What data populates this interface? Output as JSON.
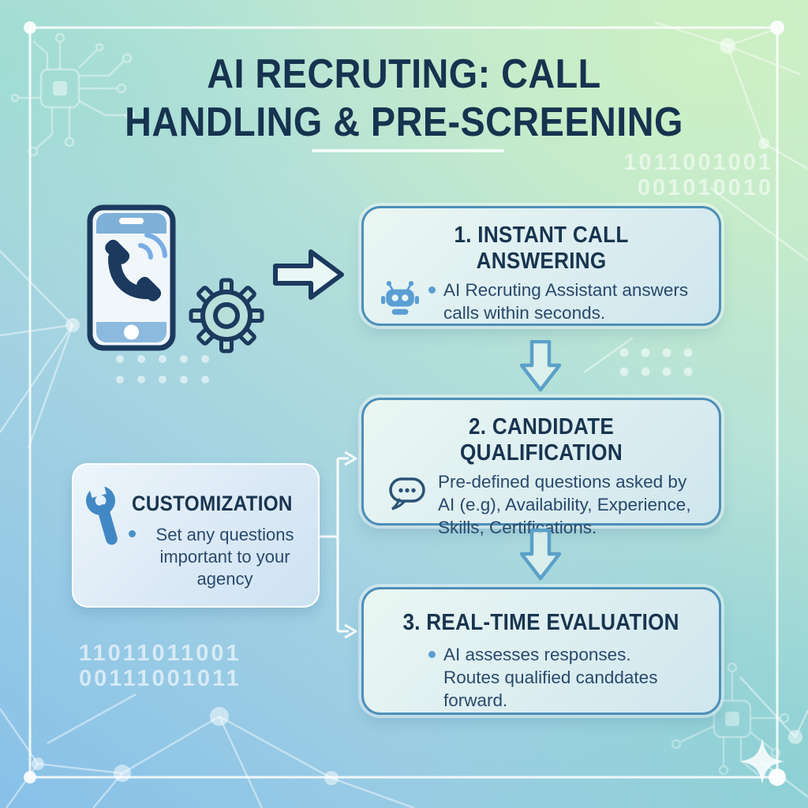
{
  "infographic": {
    "title_line1": "AI RECRUTING: CALL",
    "title_line2": "HANDLING & PRE-SCREENING"
  },
  "steps": [
    {
      "heading": "1. INSTANT CALL ANSWERING",
      "icon": "robot-icon",
      "body": "AI Recruting Assistant answers calls within seconds."
    },
    {
      "heading": "2. CANDIDATE QUALIFICATION",
      "icon": "chat-bubble-icon",
      "body": "Pre-defined questions asked by AI (e.g), Availability, Experience, Skills, Certifications."
    },
    {
      "heading": "3. REAL-TIME EVALUATION",
      "body_line1": "AI assesses responses.",
      "body_line2": "Routes qualified canddates forward."
    }
  ],
  "customization": {
    "heading": "CUSTOMIZATION",
    "body": "Set any questions important to your agency"
  },
  "decor": {
    "binary_top_right_line1": "1011001001",
    "binary_top_right_line2": "001010010",
    "binary_bottom_left_line1": "11011011001",
    "binary_bottom_left_line2": "00111001011",
    "icons": [
      "phone-icon",
      "gear-icon",
      "arrow-right-icon",
      "robot-icon",
      "chat-bubble-icon",
      "wrench-icon",
      "arrow-down-icon",
      "chip-circuit-icon",
      "sparkle-icon"
    ]
  },
  "colors": {
    "heading_navy": "#16334f",
    "body_text": "#29496b",
    "box_border_blue": "#4d8fb8",
    "accent_blue": "#5b9ed3",
    "wrench_blue": "#4288c4",
    "outline_navy": "#1c3a5e",
    "down_arrow_blue": "#5ba0c8",
    "bg_green": "#c7ecc9",
    "bg_blue": "#87c0e8"
  }
}
